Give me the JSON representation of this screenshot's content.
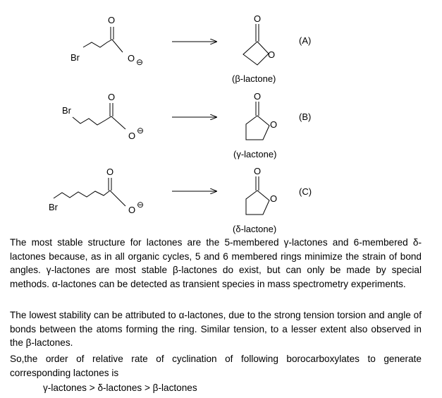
{
  "reactions": [
    {
      "reactant_halogen": "Br",
      "reactant_carbonyl_o": "O",
      "reactant_carboxylate_o": "O",
      "charge": "⊖",
      "product_carbonyl_o": "O",
      "product_ring_o": "O",
      "product_name": "(β-lactone)",
      "label": "(A)"
    },
    {
      "reactant_halogen": "Br",
      "reactant_carbonyl_o": "O",
      "reactant_carboxylate_o": "O",
      "charge": "⊖",
      "product_carbonyl_o": "O",
      "product_ring_o": "O",
      "product_name": "(γ-lactone)",
      "label": "(B)"
    },
    {
      "reactant_halogen": "Br",
      "reactant_carbonyl_o": "O",
      "reactant_carboxylate_o": "O",
      "charge": "⊖",
      "product_carbonyl_o": "O",
      "product_ring_o": "O",
      "product_name": "(δ-lactone)",
      "label": "(C)"
    }
  ],
  "text": {
    "p1": "The most stable structure for lactones are the 5-membered γ-lactones and 6-membered δ-lactones because, as in all organic cycles, 5 and 6 membered rings minimize the strain of bond angles. γ-lactones  are most stable  β-lactones do exist, but can only be made by special methods. α-lactones can be detected as transient species in mass spectrometry experiments.",
    "p2": "The lowest stability can be attributed to α-lactones, due to the strong tension torsion and angle of bonds between the atoms forming the ring. Similar tension, to a lesser extent also observed in the β-lactones.",
    "p3": "So,the order of relative rate of cyclination of following borocarboxylates to generate corresponding lactones is",
    "order": "γ-lactones > δ-lactones > β-lactones"
  }
}
